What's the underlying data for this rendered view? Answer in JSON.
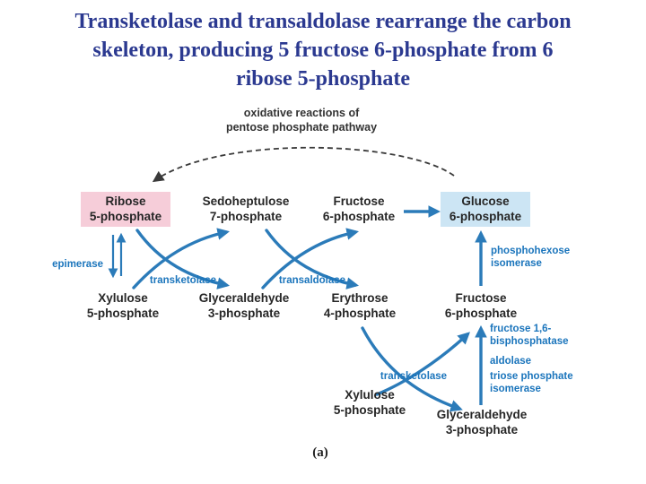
{
  "title": "Transketolase and transaldolase rearrange the carbon skeleton, producing 5 fructose 6-phosphate from 6 ribose 5-phosphate",
  "diagram": {
    "header": "oxidative reactions of\npentose phosphate pathway",
    "metabolites": {
      "ribose5p": "Ribose\n5-phosphate",
      "sedoheptulose7p": "Sedoheptulose\n7-phosphate",
      "fructose6p_top": "Fructose\n6-phosphate",
      "glucose6p": "Glucose\n6-phosphate",
      "xylulose5p": "Xylulose\n5-phosphate",
      "glyceraldehyde3p": "Glyceraldehyde\n3-phosphate",
      "erythrose4p": "Erythrose\n4-phosphate",
      "fructose6p_right": "Fructose\n6-phosphate",
      "xylulose5p_lower": "Xylulose\n5-phosphate",
      "glyceraldehyde3p_lower": "Glyceraldehyde\n3-phosphate"
    },
    "enzymes": {
      "epimerase": "epimerase",
      "transketolase_upper": "transketolase",
      "transaldolase": "transaldolase",
      "phosphohexose_isomerase": "phosphohexose\nisomerase",
      "transketolase_lower": "transketolase",
      "fructose_bisphosphatase": "fructose 1,6-\nbisphosphatase",
      "aldolase": "aldolase",
      "triose_phosphate_isomerase": "triose phosphate\nisomerase"
    },
    "caption": "(a)"
  },
  "colors": {
    "title": "#2b3990",
    "enzyme_label": "#1b75bc",
    "arrow": "#2b7bb9",
    "ribose_highlight": "#f6cdd9",
    "glucose_highlight": "#cce5f4"
  }
}
